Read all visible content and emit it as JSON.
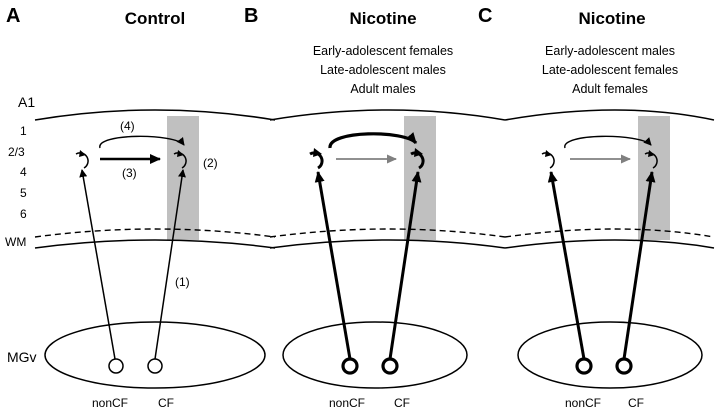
{
  "panels": [
    {
      "letter": "A",
      "title": "Control",
      "subtitle_lines": []
    },
    {
      "letter": "B",
      "title": "Nicotine",
      "subtitle_lines": [
        "Early-adolescent females",
        "Late-adolescent males",
        "Adult males"
      ]
    },
    {
      "letter": "C",
      "title": "Nicotine",
      "subtitle_lines": [
        "Early-adolescent males",
        "Late-adolescent females",
        "Adult females"
      ]
    }
  ],
  "cortex_label": "A1",
  "layer_labels": [
    "1",
    "2/3",
    "4",
    "5",
    "6"
  ],
  "white_matter_label": "WM",
  "thalamus_label": "MGv",
  "annotations": {
    "thalamocortical": "(1)",
    "cf_recurrent": "(2)",
    "intracortical_arrow": "(3)",
    "arc_arrow": "(4)"
  },
  "neuron_labels": [
    "nonCF",
    "CF"
  ],
  "colors": {
    "line": "#000000",
    "cf_column": "#c0c0c0",
    "gray_arrow": "#808080"
  }
}
